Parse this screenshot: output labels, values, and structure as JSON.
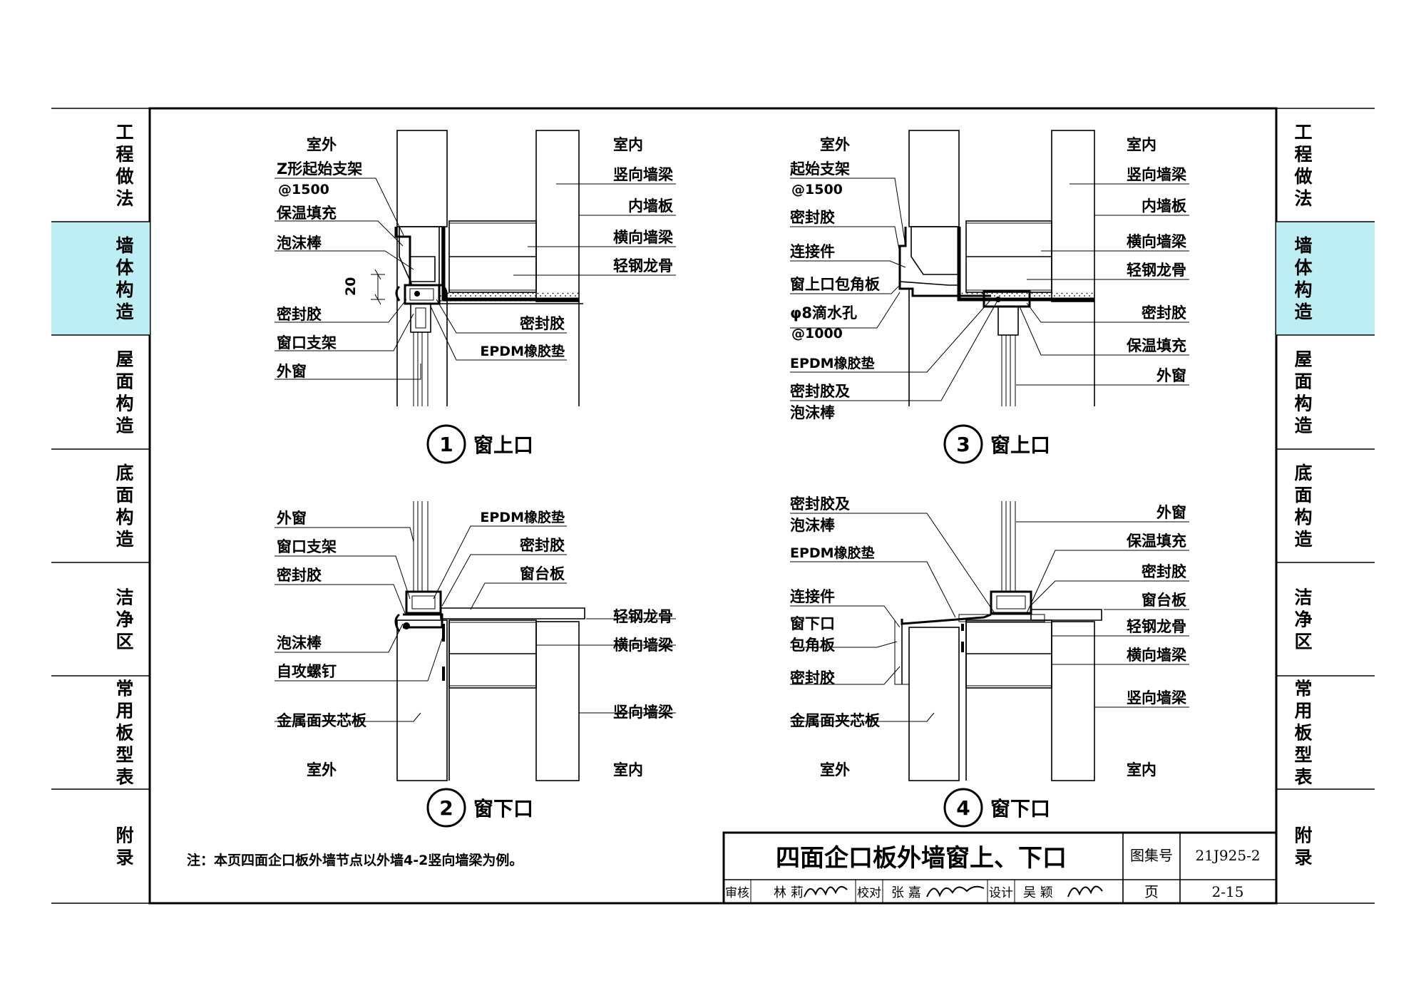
{
  "sidebar_left": [
    {
      "label": "工程做法",
      "active": false
    },
    {
      "label": "墙体构造",
      "active": true
    },
    {
      "label": "屋面构造",
      "active": false
    },
    {
      "label": "底面构造",
      "active": false
    },
    {
      "label": "洁净区",
      "active": false
    },
    {
      "label": "常用板型表",
      "active": false
    },
    {
      "label": "附录",
      "active": false
    }
  ],
  "sidebar_right": [
    {
      "label": "工程做法",
      "active": false
    },
    {
      "label": "墙体构造",
      "active": true
    },
    {
      "label": "屋面构造",
      "active": false
    },
    {
      "label": "底面构造",
      "active": false
    },
    {
      "label": "洁净区",
      "active": false
    },
    {
      "label": "常用板型表",
      "active": false
    },
    {
      "label": "附录",
      "active": false
    }
  ],
  "colors": {
    "active_tab": "#bdeef3",
    "line": "#000000"
  },
  "details": {
    "d1": {
      "number": "1",
      "caption": "窗上口",
      "outside": "室外",
      "inside": "室内",
      "dim": "20",
      "left_labels": [
        "Z形起始支架",
        "@1500",
        "保温填充",
        "泡沫棒",
        "密封胶",
        "窗口支架",
        "外窗"
      ],
      "right_labels": [
        "竖向墙梁",
        "内墙板",
        "横向墙梁",
        "轻钢龙骨",
        "密封胶",
        "EPDM橡胶垫"
      ]
    },
    "d2": {
      "number": "2",
      "caption": "窗下口",
      "outside": "室外",
      "inside": "室内",
      "left_labels": [
        "外窗",
        "窗口支架",
        "密封胶",
        "泡沫棒",
        "自攻螺钉",
        "金属面夹芯板"
      ],
      "right_labels": [
        "EPDM橡胶垫",
        "密封胶",
        "窗台板",
        "轻钢龙骨",
        "横向墙梁",
        "竖向墙梁"
      ]
    },
    "d3": {
      "number": "3",
      "caption": "窗上口",
      "outside": "室外",
      "inside": "室内",
      "left_labels": [
        "起始支架",
        "@1500",
        "密封胶",
        "连接件",
        "窗上口包角板",
        "φ8滴水孔",
        "@1000",
        "EPDM橡胶垫",
        "密封胶及",
        "泡沫棒"
      ],
      "right_labels": [
        "竖向墙梁",
        "内墙板",
        "横向墙梁",
        "轻钢龙骨",
        "密封胶",
        "保温填充",
        "外窗"
      ]
    },
    "d4": {
      "number": "4",
      "caption": "窗下口",
      "outside": "室外",
      "inside": "室内",
      "left_labels": [
        "密封胶及",
        "泡沫棒",
        "EPDM橡胶垫",
        "连接件",
        "窗下口",
        "包角板",
        "密封胶",
        "金属面夹芯板"
      ],
      "right_labels": [
        "外窗",
        "保温填充",
        "密封胶",
        "窗台板",
        "轻钢龙骨",
        "横向墙梁",
        "竖向墙梁"
      ]
    }
  },
  "note": "注：本页四面企口板外墙节点以外墙4-2竖向墙梁为例。",
  "title_block": {
    "title": "四面企口板外墙窗上、下口",
    "atlas_label": "图集号",
    "atlas_no": "21J925-2",
    "page_label": "页",
    "page_no": "2-15",
    "review_label": "审核",
    "review_name": "林 莉",
    "check_label": "校对",
    "check_name": "张 嘉",
    "design_label": "设计",
    "design_name": "吴 颖"
  }
}
